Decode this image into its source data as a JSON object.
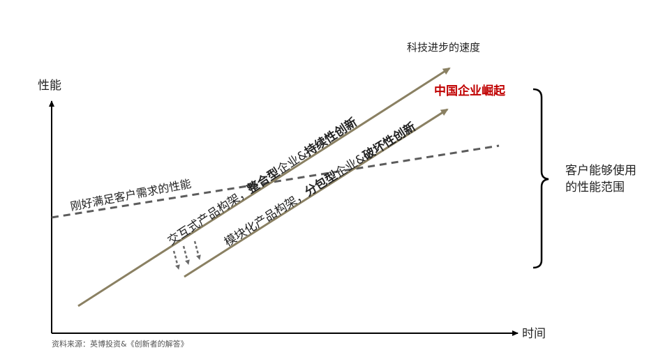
{
  "axes": {
    "y_label": "性能",
    "x_label": "时间"
  },
  "lines": {
    "tech_speed": "科技进步的速度",
    "customer_need": "刚好满足客户需求的性能",
    "china_rise": "中国企业崛起",
    "integrated": {
      "part1": "交互式产品构架，",
      "part2": "整合型",
      "part3": "企业&",
      "part4": "持续性创新"
    },
    "modular": {
      "part1": "模块化产品构架，",
      "part2": "分包型",
      "part3": "企业&",
      "part4": "破坏性创新"
    }
  },
  "bracket": {
    "line1": "客户能够使用",
    "line2": "的性能范围"
  },
  "source": "资料来源：英博投资&《创新者的解答》",
  "colors": {
    "arrow": "#8a8062",
    "dashed": "#5c5c5c",
    "axis": "#000000",
    "accent_red": "#c00000"
  }
}
